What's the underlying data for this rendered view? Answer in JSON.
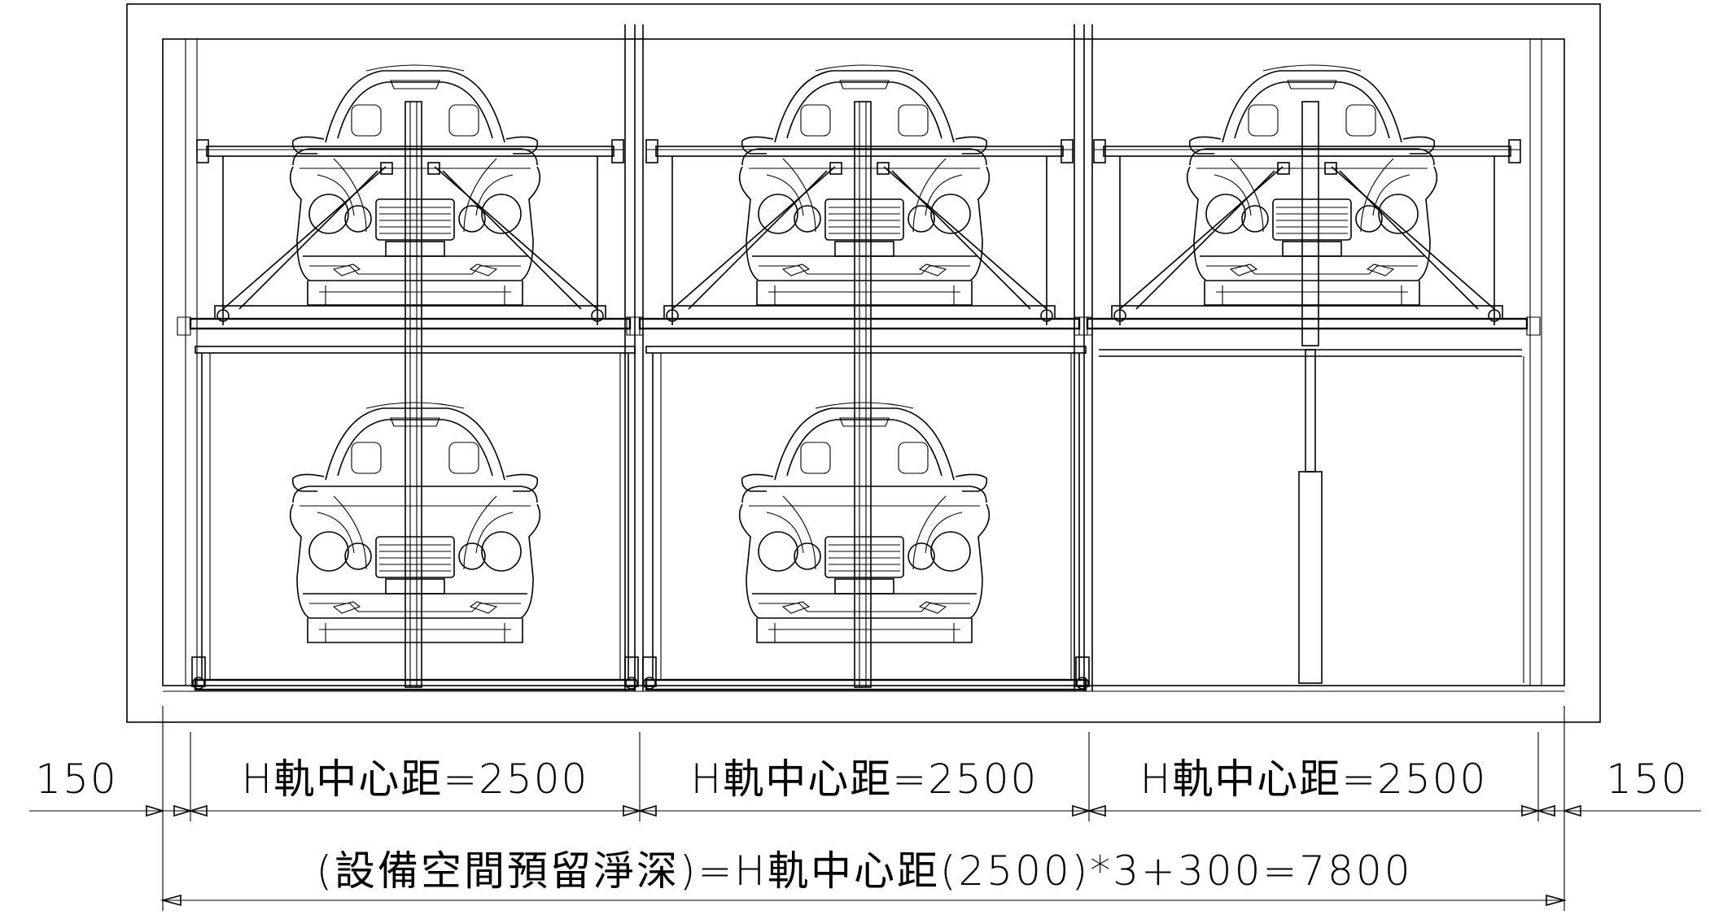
{
  "dimensions": {
    "left_margin": "150",
    "right_margin": "150",
    "bays": [
      "H軌中心距=2500",
      "H軌中心距=2500",
      "H軌中心距=2500"
    ],
    "total": "(設備空間預留淨深)=H軌中心距(2500)*3+300=7800"
  },
  "layout": {
    "upper_level_cars": 3,
    "lower_level_cars": 2,
    "empty_lower_bay": 3
  }
}
